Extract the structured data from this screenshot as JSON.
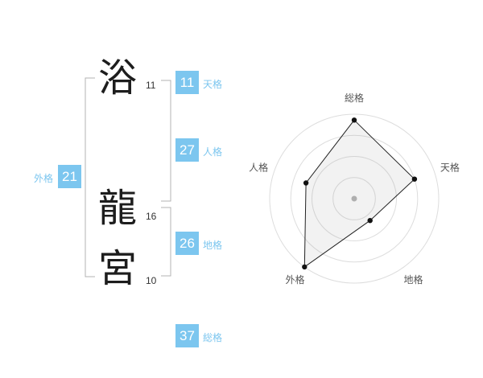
{
  "name_panel": {
    "accent_color": "#7cc6ef",
    "characters": [
      {
        "char": "浴",
        "strokes": "11"
      },
      {
        "char": "龍",
        "strokes": "16"
      },
      {
        "char": "宮",
        "strokes": "10"
      }
    ],
    "kaku": {
      "tenkaku": {
        "value": "11",
        "label": "天格"
      },
      "jinkaku": {
        "value": "27",
        "label": "人格"
      },
      "chikaku": {
        "value": "26",
        "label": "地格"
      },
      "gaikaku": {
        "value": "21",
        "label": "外格"
      },
      "soukaku": {
        "value": "37",
        "label": "総格"
      }
    }
  },
  "chart_data": {
    "type": "radar",
    "title": "",
    "axes": [
      "総格",
      "天格",
      "地格",
      "外格",
      "人格"
    ],
    "values": [
      93,
      75,
      32,
      100,
      60
    ],
    "value_max": 100,
    "rings": 4,
    "legend": "off",
    "grid": "concentric-circles",
    "ring_color": "#dddddd",
    "polygon_stroke": "#222222",
    "polygon_fill": "rgba(130,130,130,0.10)",
    "point_color": "#111111",
    "center_dot_color": "#b5b5b5",
    "label_color": "#555555"
  }
}
